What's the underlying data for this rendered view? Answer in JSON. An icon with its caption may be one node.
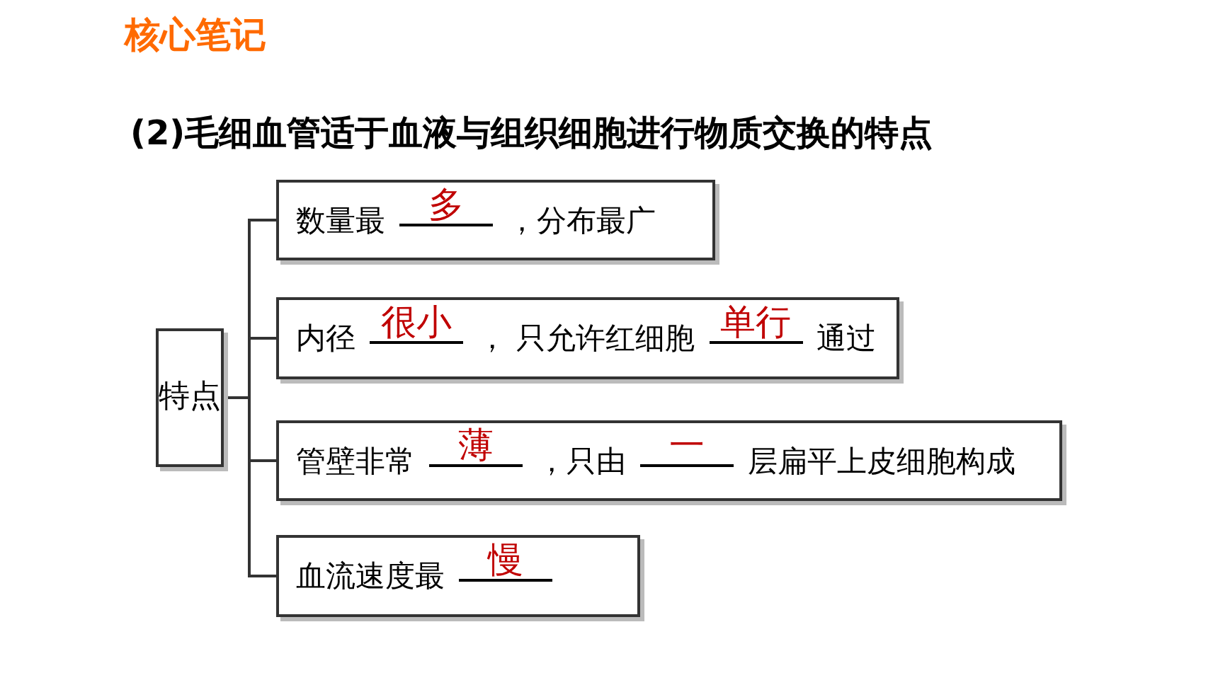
{
  "diagram": {
    "title": "(2)毛细血管适于血液与组织细胞进行物质交换的特点",
    "nodes": [
      {
        "text": [
          "特点"
        ]
      },
      {
        "text": [
          "数量最",
          "多",
          "，分布最广"
        ]
      },
      {
        "text": [
          "内径",
          "很小",
          "， 只允许红细胞",
          "单行",
          "通过"
        ]
      },
      {
        "text": [
          "管壁非常",
          "薄",
          "，只由",
          "一",
          "层扁平上皮细胞构成"
        ]
      },
      {
        "text": [
          "血流速度最",
          "慢"
        ]
      }
    ],
    "edges": [
      {
        "from": 0,
        "to": 1,
        "arrow": "none"
      },
      {
        "from": 0,
        "to": 2,
        "arrow": "none"
      },
      {
        "from": 0,
        "to": 3,
        "arrow": "none"
      },
      {
        "from": 0,
        "to": 4,
        "arrow": "none"
      }
    ],
    "labels": [
      "核心笔记"
    ]
  }
}
